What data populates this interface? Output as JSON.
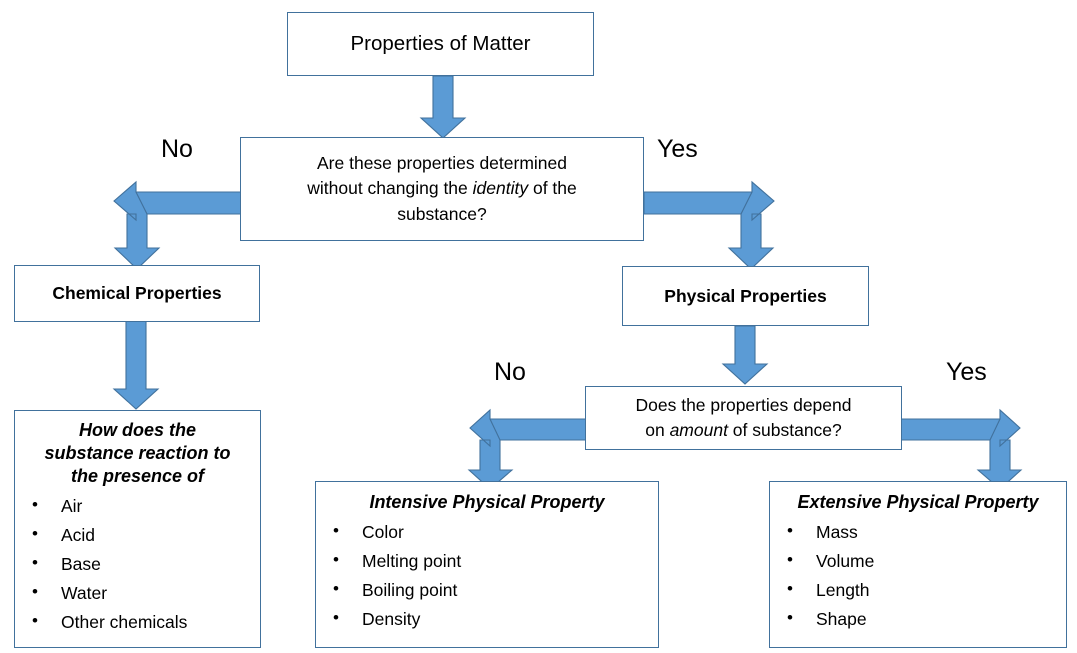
{
  "diagram": {
    "title": "Properties of Matter",
    "style": {
      "arrow_fill": "#5B9BD5",
      "arrow_stroke": "#41719C",
      "box_border": "#41719C",
      "background": "#FFFFFF",
      "text": "#000000"
    },
    "nodes": {
      "root": {
        "label": "Properties of Matter"
      },
      "question1": {
        "line1": "Are these properties determined",
        "line2_pre": "without changing the ",
        "line2_em": "identity",
        "line2_post": " of the",
        "line3": "substance?"
      },
      "chemical": {
        "label": "Chemical Properties"
      },
      "physical": {
        "label": "Physical Properties"
      },
      "question2": {
        "line1": "Does the properties depend",
        "line2_pre": "on ",
        "line2_em": "amount",
        "line2_post": " of substance?"
      },
      "chemical_detail": {
        "heading_line1": "How does the",
        "heading_line2": "substance reaction to",
        "heading_line3": "the presence of",
        "items": [
          "Air",
          "Acid",
          "Base",
          "Water",
          "Other chemicals"
        ]
      },
      "intensive": {
        "heading": "Intensive Physical Property",
        "items": [
          "Color",
          "Melting point",
          "Boiling point",
          "Density"
        ]
      },
      "extensive": {
        "heading": "Extensive Physical Property",
        "items": [
          "Mass",
          "Volume",
          "Length",
          "Shape"
        ]
      }
    },
    "edge_labels": {
      "q1_no": "No",
      "q1_yes": "Yes",
      "q2_no": "No",
      "q2_yes": "Yes"
    }
  }
}
